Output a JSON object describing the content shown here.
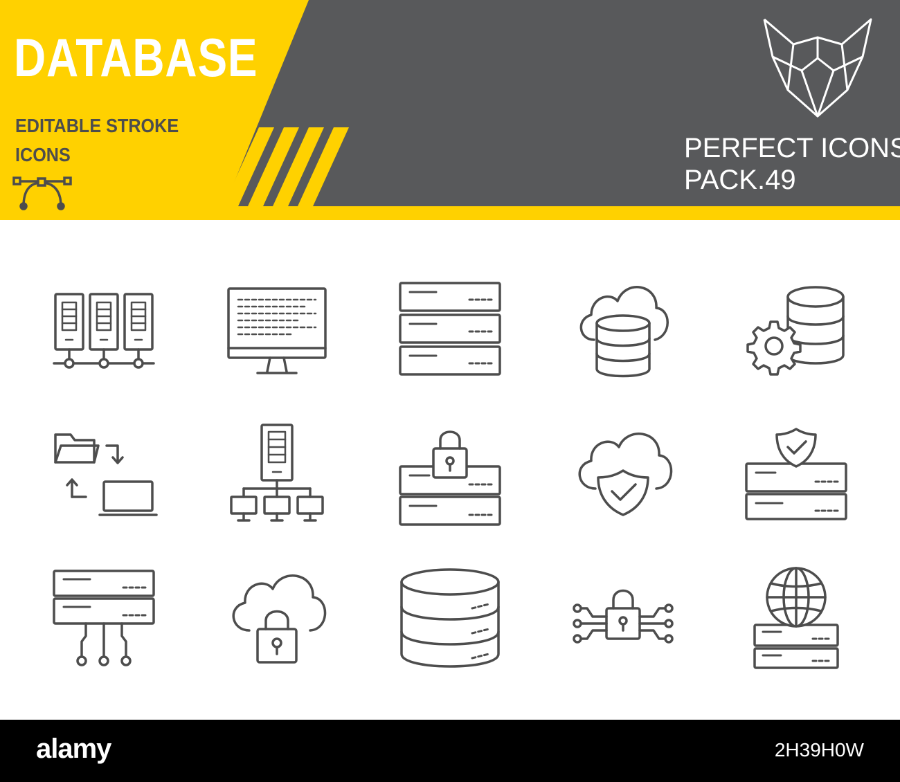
{
  "banner": {
    "title": "DATABASE",
    "subtitle_line1": "EDITABLE STROKE",
    "subtitle_line2": "ICONS",
    "pack_line1": "PERFECT ICONS",
    "pack_line2": "PACK.49",
    "colors": {
      "yellow": "#ffd100",
      "dark_gray": "#58595b",
      "text_gray": "#4d4d4d",
      "white": "#ffffff"
    }
  },
  "icon_grid": {
    "stroke_color": "#4d4d4d",
    "icons": [
      "server-rack-network-icon",
      "monitor-code-icon",
      "server-stack-icon",
      "cloud-database-icon",
      "database-settings-icon",
      "file-transfer-icon",
      "server-hierarchy-icon",
      "server-lock-icon",
      "cloud-shield-icon",
      "server-shield-icon",
      "server-circuit-icon",
      "cloud-lock-icon",
      "database-icon",
      "lock-circuit-icon",
      "server-globe-icon"
    ]
  },
  "footer": {
    "brand": "alamy",
    "image_code": "2H39H0W"
  }
}
